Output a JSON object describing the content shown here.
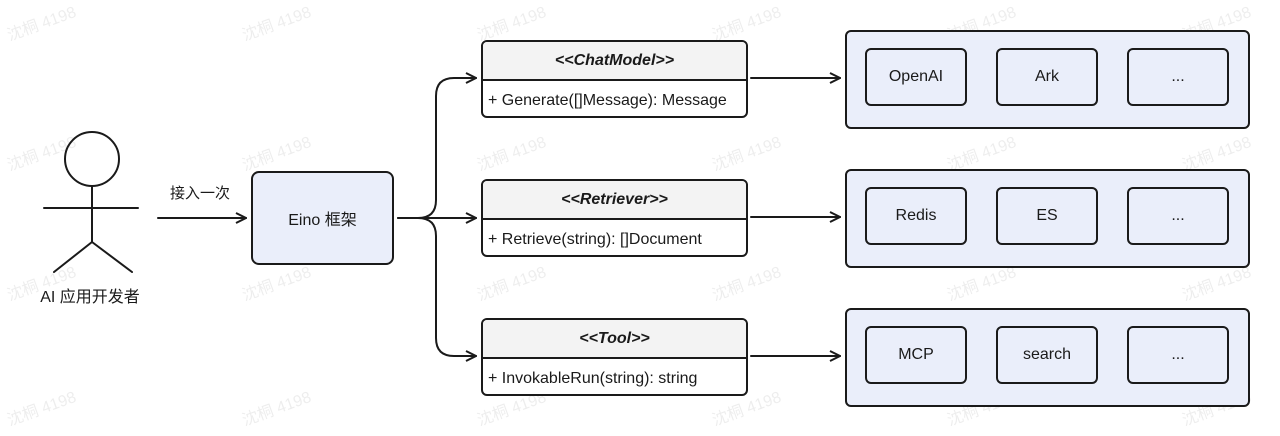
{
  "actor": {
    "label": "AI 应用开发者"
  },
  "edge_label": "接入一次",
  "core": {
    "label": "Eino 框架"
  },
  "interfaces": [
    {
      "stereotype": "<<ChatModel>>",
      "method": "+ Generate([]Message): Message",
      "implementations": [
        "OpenAI",
        "Ark",
        "..."
      ]
    },
    {
      "stereotype": "<<Retriever>>",
      "method": "+ Retrieve(string): []Document",
      "implementations": [
        "Redis",
        "ES",
        "..."
      ]
    },
    {
      "stereotype": "<<Tool>>",
      "method": "+ InvokableRun(string): string",
      "implementations": [
        "MCP",
        "search",
        "..."
      ]
    }
  ],
  "watermark": "沈桐 4198"
}
